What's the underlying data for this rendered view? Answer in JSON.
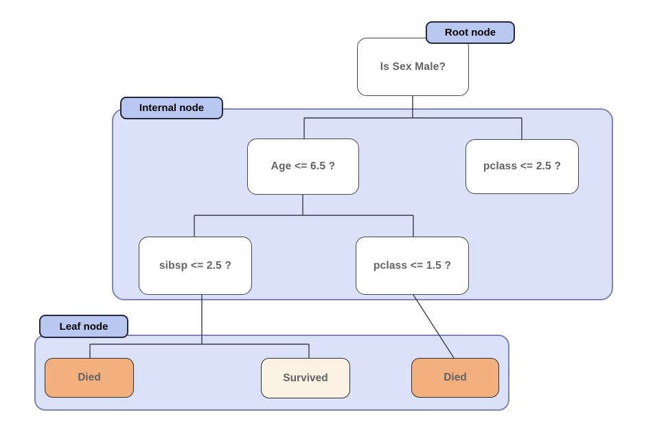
{
  "badges": {
    "root": "Root node",
    "internal": "Internal node",
    "leaf": "Leaf node"
  },
  "nodes": {
    "root": "Is Sex Male?",
    "age": "Age <= 6.5 ?",
    "pclass_right": "pclass <= 2.5 ?",
    "sibsp": "sibsp <= 2.5 ?",
    "pclass_left": "pclass <= 1.5 ?",
    "leaf_died_1": "Died",
    "leaf_survived": "Survived",
    "leaf_died_2": "Died"
  },
  "edges": [
    {
      "from": "root",
      "to": "age"
    },
    {
      "from": "root",
      "to": "pclass_right"
    },
    {
      "from": "age",
      "to": "sibsp"
    },
    {
      "from": "age",
      "to": "pclass_left"
    },
    {
      "from": "sibsp",
      "to": "leaf_died_1"
    },
    {
      "from": "sibsp",
      "to": "leaf_survived"
    },
    {
      "from": "pclass_left",
      "to": "leaf_died_2"
    }
  ],
  "colors": {
    "badge_fill": "#b9c8f0",
    "badge_border": "#26263c",
    "group_fill": "#dbe2f7",
    "group_border": "#7b83b8",
    "node_fill": "#ffffff",
    "node_border": "#44444f",
    "node_text": "#636363",
    "leaf_died_fill": "#f1b07e",
    "leaf_survived_fill": "#fbf2e4",
    "connector": "#3a3a4a",
    "canvas_bg": "#ffffff"
  }
}
